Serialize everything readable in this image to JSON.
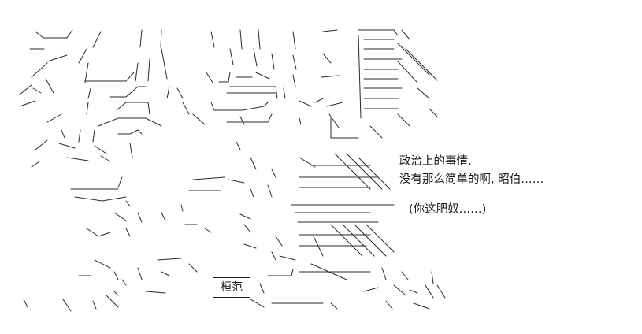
{
  "dialogue": {
    "line1": "政治上的事情,",
    "line2": "没有那么简单的啊, 昭伯……"
  },
  "aside": "(你这肥奴……)",
  "speaker_box": "桓范"
}
